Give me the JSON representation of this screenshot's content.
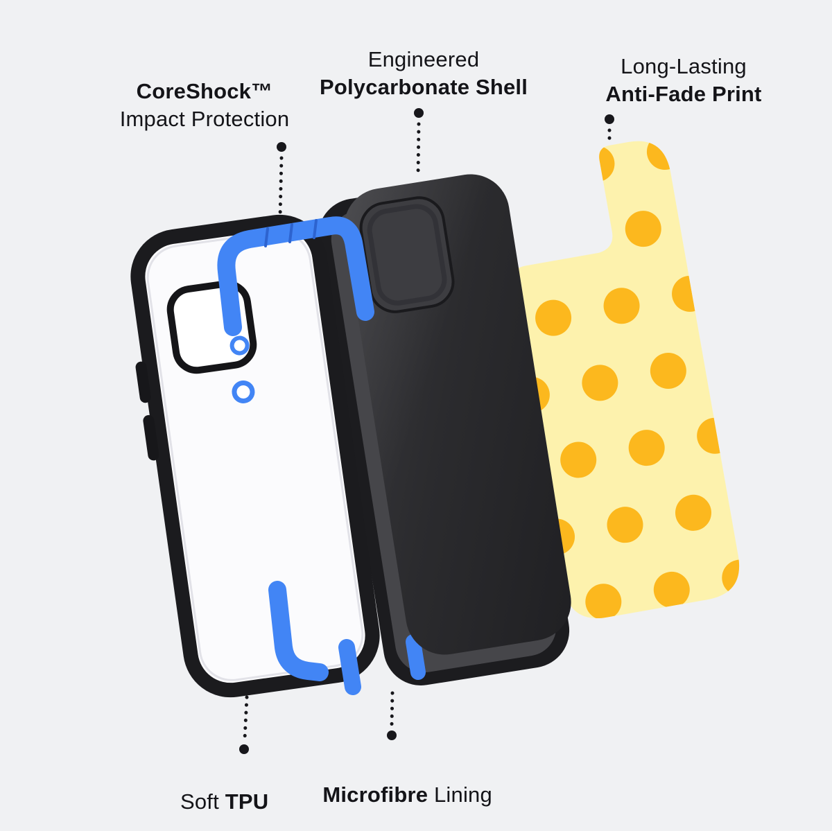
{
  "colors": {
    "background": "#f0f1f3",
    "accent_blue": "#4285f5",
    "case_black": "#1d1d20",
    "lining_gray": "#46464a",
    "print_yellow": "#fdf2ad",
    "print_dot_orange": "#fcb81e",
    "text": "#141418"
  },
  "callouts": {
    "coreshock": {
      "line1": "CoreShock™",
      "line2": "Impact Protection"
    },
    "polycarbonate": {
      "line1": "Engineered",
      "line2": "Polycarbonate Shell"
    },
    "antifade": {
      "line1": "Long-Lasting",
      "line2": "Anti-Fade Print"
    },
    "soft_tpu": {
      "normal": "Soft ",
      "bold": "TPU"
    },
    "microfibre": {
      "bold": "Microfibre",
      "normal": " Lining"
    }
  }
}
